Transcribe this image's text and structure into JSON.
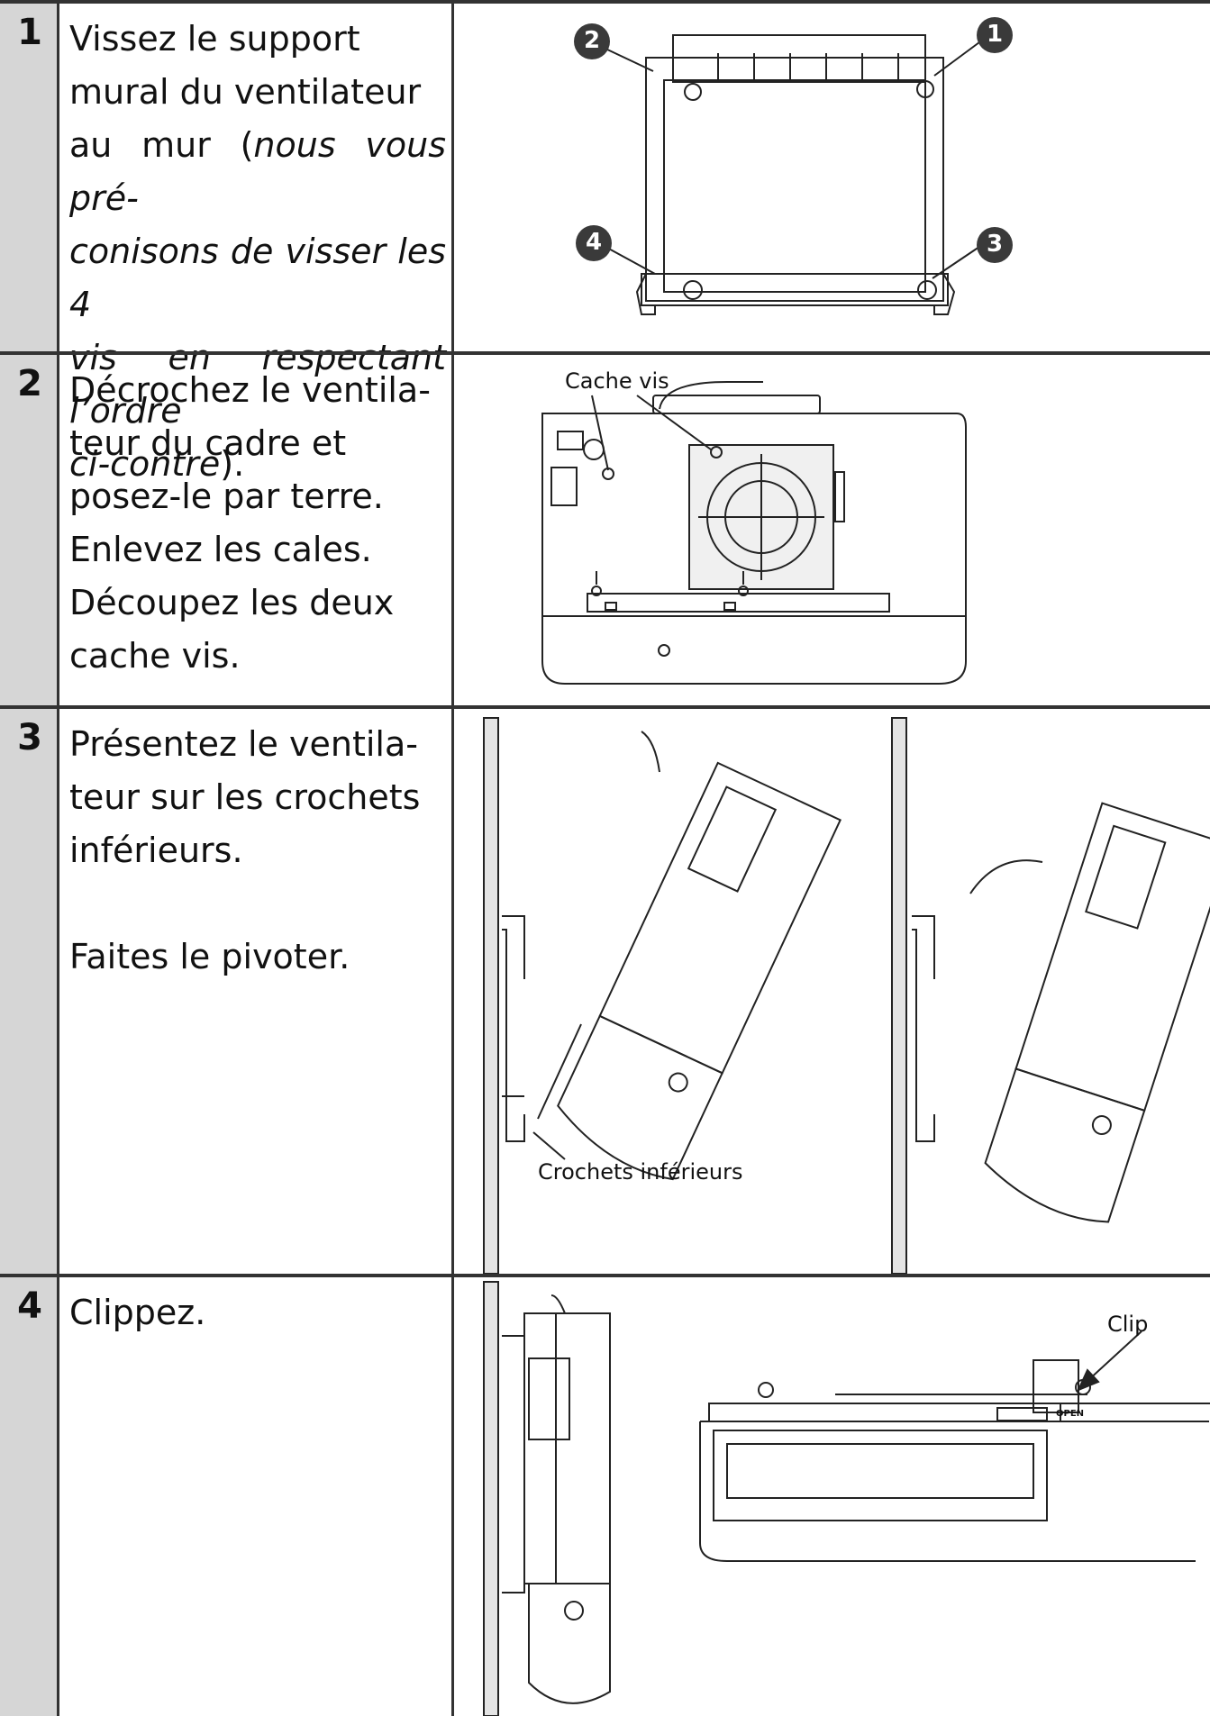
{
  "steps": [
    {
      "num": "1",
      "lines": [
        "Vissez le support",
        "mural du ventilateur",
        "au mur (",
        "nous vous pré-",
        "conisons de visser les 4",
        "vis en respectant l’ordre",
        "ci-contre",
        ")."
      ],
      "badges": [
        "2",
        "1",
        "4",
        "3"
      ]
    },
    {
      "num": "2",
      "lines": [
        "Décrochez le ventila-",
        "teur du cadre et",
        "posez-le par terre.",
        "Enlevez les cales.",
        "Découpez les deux",
        "cache vis."
      ],
      "callout": "Cache vis"
    },
    {
      "num": "3",
      "lines": [
        "Présentez le ventila-",
        "teur sur les crochets",
        "inférieurs.",
        "Faites le pivoter."
      ],
      "callout": "Crochets inférieurs"
    },
    {
      "num": "4",
      "lines": [
        "Clippez."
      ],
      "callout": "Clip",
      "open_label": "OPEN"
    }
  ],
  "colors": {
    "stripe": "#d6d6d6",
    "rule": "#333333",
    "badge": "#3a3a3a"
  }
}
